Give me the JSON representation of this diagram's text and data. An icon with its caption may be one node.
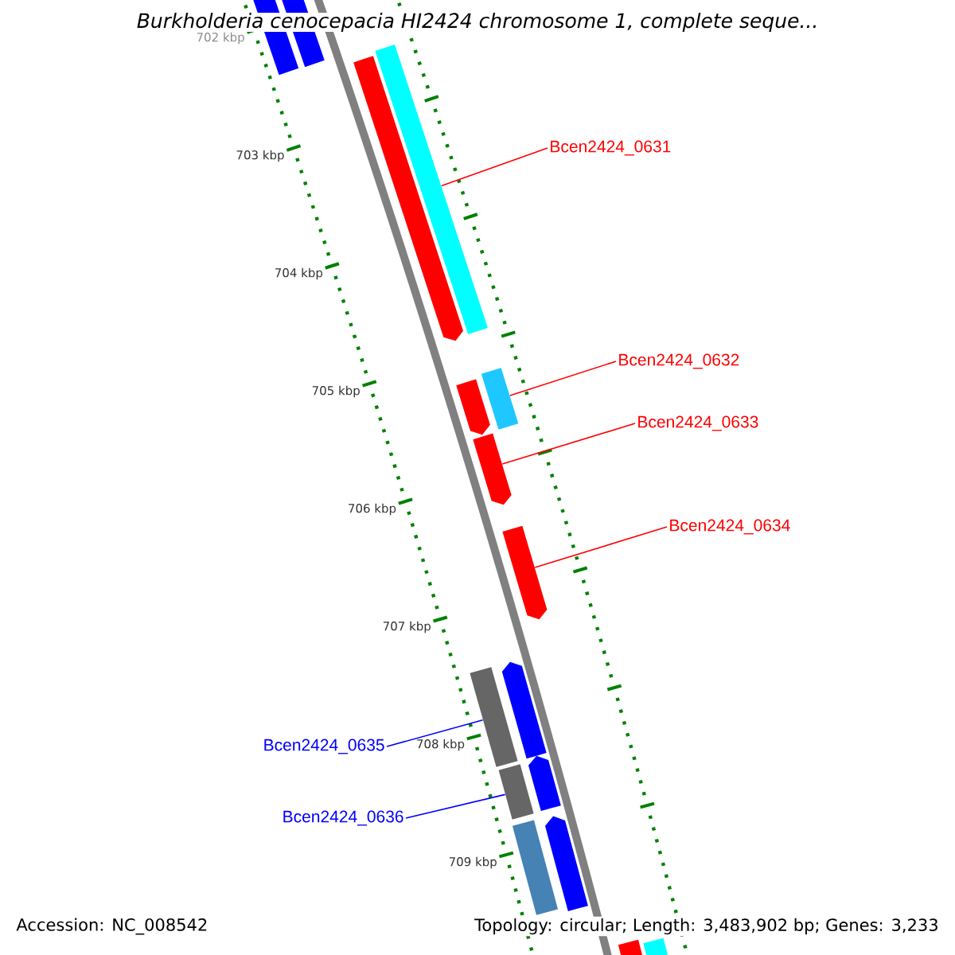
{
  "diagram": {
    "title": "Burkholderia cenocepacia HI2424 chromosome 1, complete seque...",
    "nodes": [
      {
        "text": [],
        "shape": "bar"
      },
      {
        "text": [],
        "shape": "bar"
      },
      {
        "text": [],
        "shape": "bar"
      },
      {
        "text": [],
        "shape": "arrow"
      },
      {
        "text": [],
        "shape": "bar"
      },
      {
        "text": [],
        "shape": "arrow"
      },
      {
        "text": [],
        "shape": "arrow"
      },
      {
        "text": [],
        "shape": "arrow"
      },
      {
        "text": [],
        "shape": "arrow"
      },
      {
        "text": [],
        "shape": "bar"
      },
      {
        "text": [],
        "shape": "arrow"
      },
      {
        "text": [],
        "shape": "bar"
      },
      {
        "text": [],
        "shape": "arrow"
      },
      {
        "text": [],
        "shape": "bar"
      },
      {
        "text": [],
        "shape": "bar"
      },
      {
        "text": [],
        "shape": "bar"
      },
      {
        "text": [
          "Bcen2424_0631"
        ]
      },
      {
        "text": [
          "Bcen2424_0632"
        ]
      },
      {
        "text": [
          "Bcen2424_0633"
        ]
      },
      {
        "text": [
          "Bcen2424_0634"
        ]
      },
      {
        "text": [
          "Bcen2424_0635"
        ]
      },
      {
        "text": [
          "Bcen2424_0636"
        ]
      }
    ],
    "edges": [
      {
        "from": 16,
        "to": 2,
        "arrow": "none"
      },
      {
        "from": 17,
        "to": 4,
        "arrow": "none"
      },
      {
        "from": 18,
        "to": 6,
        "arrow": "none"
      },
      {
        "from": 19,
        "to": 7,
        "arrow": "none"
      },
      {
        "from": 20,
        "to": 9,
        "arrow": "none",
        "color": "#0000ff"
      },
      {
        "from": 21,
        "to": 11,
        "arrow": "none",
        "color": "#0000ff"
      }
    ],
    "labels": [
      "702 kbp",
      "703 kbp",
      "704 kbp",
      "705 kbp",
      "706 kbp",
      "707 kbp",
      "708 kbp",
      "709 kbp",
      "Accession: NC_008542",
      "Topology: circular; Length: 3,483,902 bp; Genes: 3,233"
    ]
  }
}
